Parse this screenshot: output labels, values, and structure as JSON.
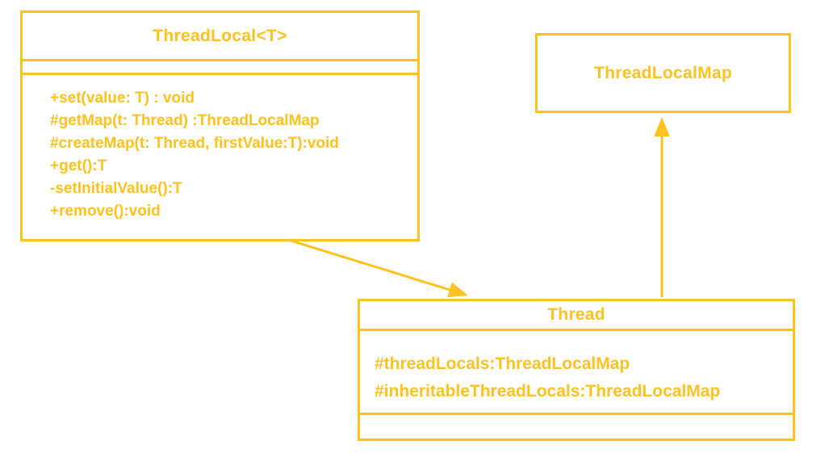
{
  "colors": {
    "accent": "#FFC21E",
    "background": "#FFFFFF"
  },
  "classes": {
    "threadlocal": {
      "title": "ThreadLocal<T>",
      "methods": [
        "+set(value: T) : void",
        "#getMap(t: Thread) :ThreadLocalMap",
        "#createMap(t: Thread, firstValue:T):void",
        "+get():T",
        "-setInitialValue():T",
        "+remove():void"
      ]
    },
    "threadlocalmap": {
      "title": "ThreadLocalMap"
    },
    "thread": {
      "title": "Thread",
      "attributes": [
        "#threadLocals:ThreadLocalMap",
        "#inheritableThreadLocals:ThreadLocalMap"
      ]
    }
  },
  "relations": [
    {
      "from": "ThreadLocal<T>",
      "to": "Thread",
      "type": "directed-association"
    },
    {
      "from": "Thread",
      "to": "ThreadLocalMap",
      "type": "directed-association"
    }
  ]
}
